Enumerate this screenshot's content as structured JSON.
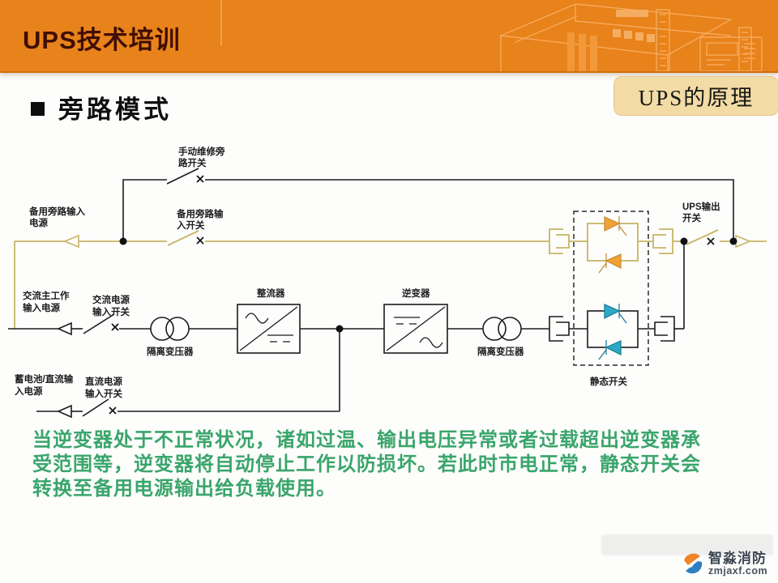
{
  "header": {
    "title": "UPS技术培训"
  },
  "corner_tab": {
    "label": "UPS的原理"
  },
  "section": {
    "title": "旁路模式"
  },
  "diagram": {
    "labels": {
      "manual_bypass_switch_1": "手动维修旁",
      "manual_bypass_switch_2": "路开关",
      "backup_bypass_power_1": "备用旁路输入",
      "backup_bypass_power_2": "电源",
      "backup_bypass_switch_1": "备用旁路输",
      "backup_bypass_switch_2": "入开关",
      "ups_output_switch_1": "UPS输出",
      "ups_output_switch_2": "开关",
      "ac_main_power_1": "交流主工作",
      "ac_main_power_2": "输入电源",
      "ac_input_switch_1": "交流电源",
      "ac_input_switch_2": "输入开关",
      "rectifier": "整流器",
      "isolation_transformer_1": "隔离变压器",
      "inverter": "逆变器",
      "isolation_transformer_2": "隔离变压器",
      "static_switch": "静态开关",
      "battery_dc_power_1": "蓄电池/直流输",
      "battery_dc_power_2": "入电源",
      "dc_input_switch_1": "直流电源",
      "dc_input_switch_2": "输入开关"
    }
  },
  "note": {
    "line1": "当逆变器处于不正常状况，诸如过温、输出电压异常或者过载超出逆变器承",
    "line2": "受范围等，逆变器将自动停止工作以防损坏。若此时市电正常，静态开关会",
    "line3": "转换至备用电源输出给负载使用。"
  },
  "watermark": {
    "brand": "智淼消防",
    "site": "zmjaxf.com"
  },
  "colors": {
    "header_orange": "#e8821a",
    "title_dark_red": "#3f0e02",
    "tab_tan": "#f2dba4",
    "note_green": "#3aa56b",
    "bypass_olive": "#c6b565",
    "thyristor_orange": "#f2a133",
    "thyristor_teal": "#2ea9c5",
    "diagram_black": "#1c1c1c"
  }
}
